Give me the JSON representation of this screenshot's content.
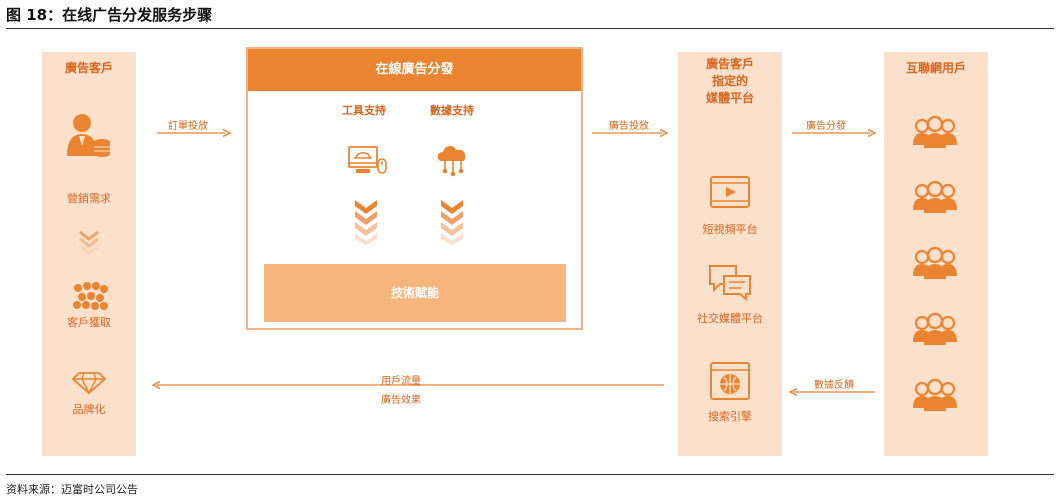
{
  "figure_title": "图 18：在线广告分发服务步骤",
  "source": "资料来源：迈富时公司公告",
  "colors": {
    "orange": "#ea8431",
    "light": "#fbe0cc",
    "text": "#d9661e"
  },
  "left_column": {
    "title": "廣告客戶",
    "items": [
      "營銷需求",
      "客戶獲取",
      "品牌化"
    ],
    "icons": [
      "business-person-icon",
      "chevron-down-icon",
      "crowd-icon",
      "diamond-icon"
    ]
  },
  "center_panel": {
    "title": "在線廣告分發",
    "tool_support": "工具支持",
    "data_support": "數據支持",
    "tech_bar": "技術賦能",
    "icons": [
      "monitor-mouse-icon",
      "cloud-network-icon"
    ]
  },
  "media_column": {
    "title_lines": [
      "廣告客戶",
      "指定的",
      "媒體平台"
    ],
    "items": [
      "短視頻平台",
      "社交媒體平台",
      "搜索引擎"
    ],
    "icons": [
      "video-play-icon",
      "chat-bubbles-icon",
      "browser-globe-icon"
    ]
  },
  "users_column": {
    "title": "互聯網用戶",
    "group_icon": "user-group-icon"
  },
  "arrows": {
    "order_placement": "訂單投放",
    "ad_placement": "廣告投放",
    "ad_distribution": "廣告分發",
    "data_feedback": "數據反饋",
    "user_traffic": "用戶流量",
    "ad_effect": "廣告效果"
  }
}
